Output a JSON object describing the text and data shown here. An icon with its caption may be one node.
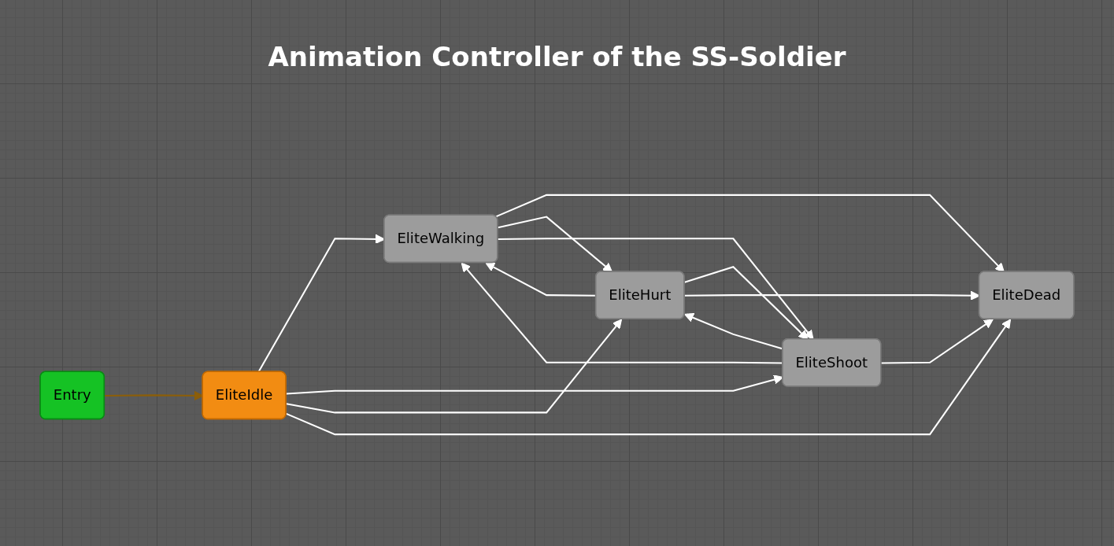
{
  "diagram": {
    "title": "Animation Controller of the SS-Soldier",
    "nodes": [
      {
        "text": [
          "Entry"
        ]
      },
      {
        "text": [
          "EliteIdle"
        ]
      },
      {
        "text": [
          "EliteWalking"
        ]
      },
      {
        "text": [
          "EliteDead"
        ]
      },
      {
        "text": [
          "EliteHurt"
        ]
      },
      {
        "text": [
          "EliteShoot"
        ]
      }
    ],
    "edges": [
      {
        "from": 0,
        "to": 1,
        "arrow": "to",
        "color": "#8b5e0a"
      },
      {
        "from": 1,
        "to": 2,
        "arrow": "to"
      },
      {
        "from": 1,
        "to": 5,
        "arrow": "to"
      },
      {
        "from": 1,
        "to": 4,
        "arrow": "to"
      },
      {
        "from": 1,
        "to": 3,
        "arrow": "to"
      },
      {
        "from": 2,
        "to": 3,
        "arrow": "to"
      },
      {
        "from": 2,
        "to": 4,
        "arrow": "to"
      },
      {
        "from": 4,
        "to": 2,
        "arrow": "to"
      },
      {
        "from": 2,
        "to": 5,
        "arrow": "to"
      },
      {
        "from": 5,
        "to": 2,
        "arrow": "to"
      },
      {
        "from": 4,
        "to": 5,
        "arrow": "to"
      },
      {
        "from": 5,
        "to": 4,
        "arrow": "to"
      },
      {
        "from": 4,
        "to": 3,
        "arrow": "to"
      },
      {
        "from": 5,
        "to": 3,
        "arrow": "to"
      }
    ]
  }
}
